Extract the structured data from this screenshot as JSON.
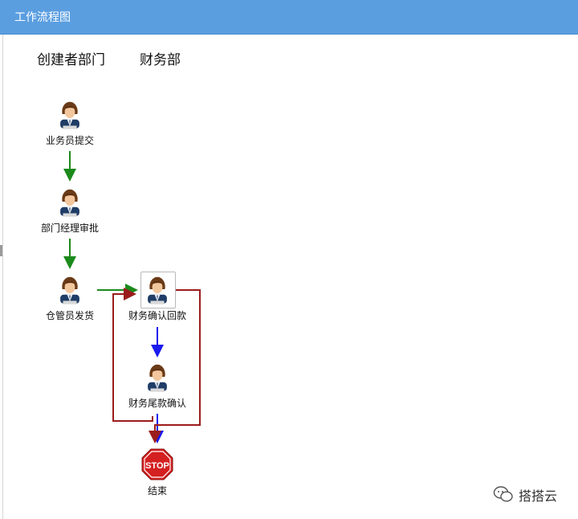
{
  "window": {
    "title": "工作流程图"
  },
  "lanes": [
    {
      "label": "创建者部门"
    },
    {
      "label": "财务部"
    }
  ],
  "nodes": [
    {
      "label": "业务员提交",
      "icon": "person-icon"
    },
    {
      "label": "部门经理审批",
      "icon": "person-icon"
    },
    {
      "label": "仓管员发货",
      "icon": "person-icon"
    },
    {
      "label": "财务确认回款",
      "icon": "person-icon"
    },
    {
      "label": "财务尾款确认",
      "icon": "person-icon"
    },
    {
      "label": "结束",
      "icon": "stop-sign-icon",
      "sign_text": "STOP"
    }
  ],
  "edges": [
    {
      "from": "业务员提交",
      "to": "部门经理审批",
      "color": "#1b8a1b"
    },
    {
      "from": "部门经理审批",
      "to": "仓管员发货",
      "color": "#1b8a1b"
    },
    {
      "from": "仓管员发货",
      "to": "财务确认回款",
      "color": "#1b8a1b"
    },
    {
      "from": "财务确认回款",
      "to": "财务尾款确认",
      "color": "#1a1aee"
    },
    {
      "from": "财务尾款确认",
      "to": "结束",
      "color": "#1a1aee"
    },
    {
      "from": "财务确认回款",
      "to": "结束",
      "color": "#9b1c1c"
    },
    {
      "from": "财务尾款确认",
      "to": "财务确认回款",
      "color": "#9b1c1c"
    }
  ],
  "watermark": {
    "text": "搭搭云",
    "icon": "wechat-icon"
  },
  "colors": {
    "header": "#5a9ee0",
    "stop": "#d42020"
  }
}
